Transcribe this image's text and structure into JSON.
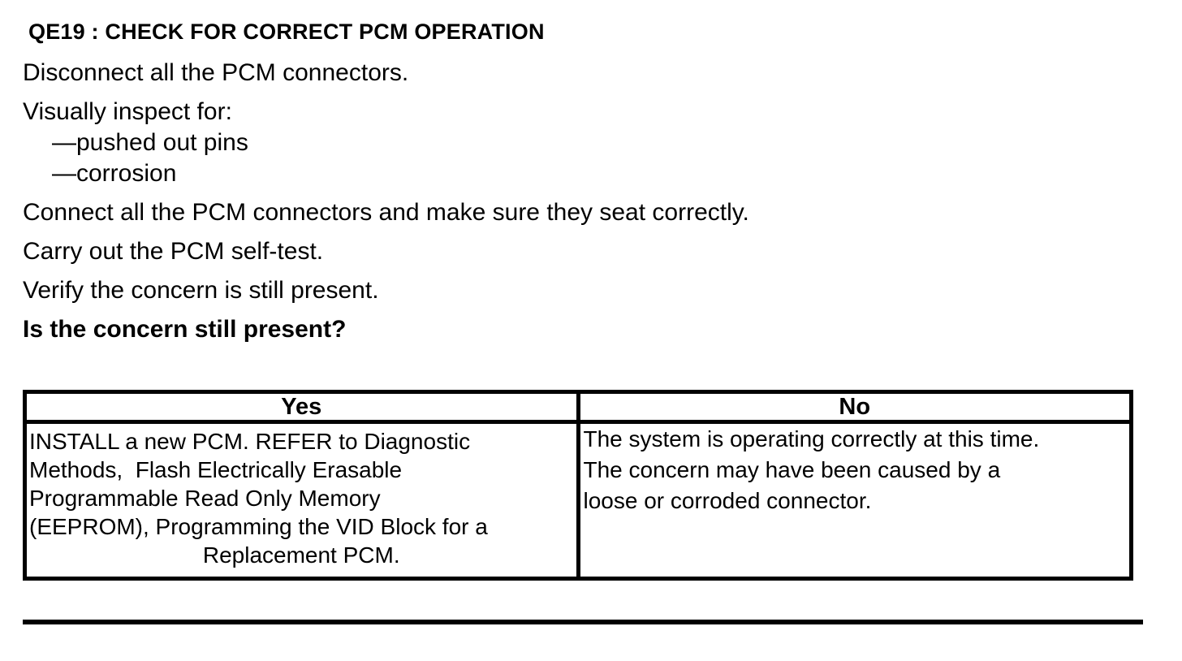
{
  "header": {
    "title": "QE19 : CHECK FOR CORRECT PCM OPERATION"
  },
  "procedure": {
    "steps": {
      "disconnect": "Disconnect all the PCM connectors.",
      "inspect_intro": "Visually inspect for:",
      "inspect_item_1": "—pushed out pins",
      "inspect_item_2": "—corrosion",
      "connect": "Connect all the PCM connectors and make sure they seat correctly.",
      "self_test": "Carry out the PCM self-test.",
      "verify": "Verify the concern is still present."
    },
    "question": "Is the concern still present?"
  },
  "decision_table": {
    "yes": {
      "header": "Yes",
      "action_lines": [
        "INSTALL a new PCM. REFER to Diagnostic",
        "Methods,  Flash Electrically Erasable",
        "Programmable Read Only Memory",
        "(EEPROM), Programming the VID Block for a",
        "Replacement PCM."
      ]
    },
    "no": {
      "header": "No",
      "action_lines": [
        "The system is operating correctly at this time.",
        "The concern may have been caused by a",
        "loose or corroded connector."
      ]
    }
  },
  "colors": {
    "text": "#000000",
    "background": "#ffffff",
    "border": "#000000"
  }
}
